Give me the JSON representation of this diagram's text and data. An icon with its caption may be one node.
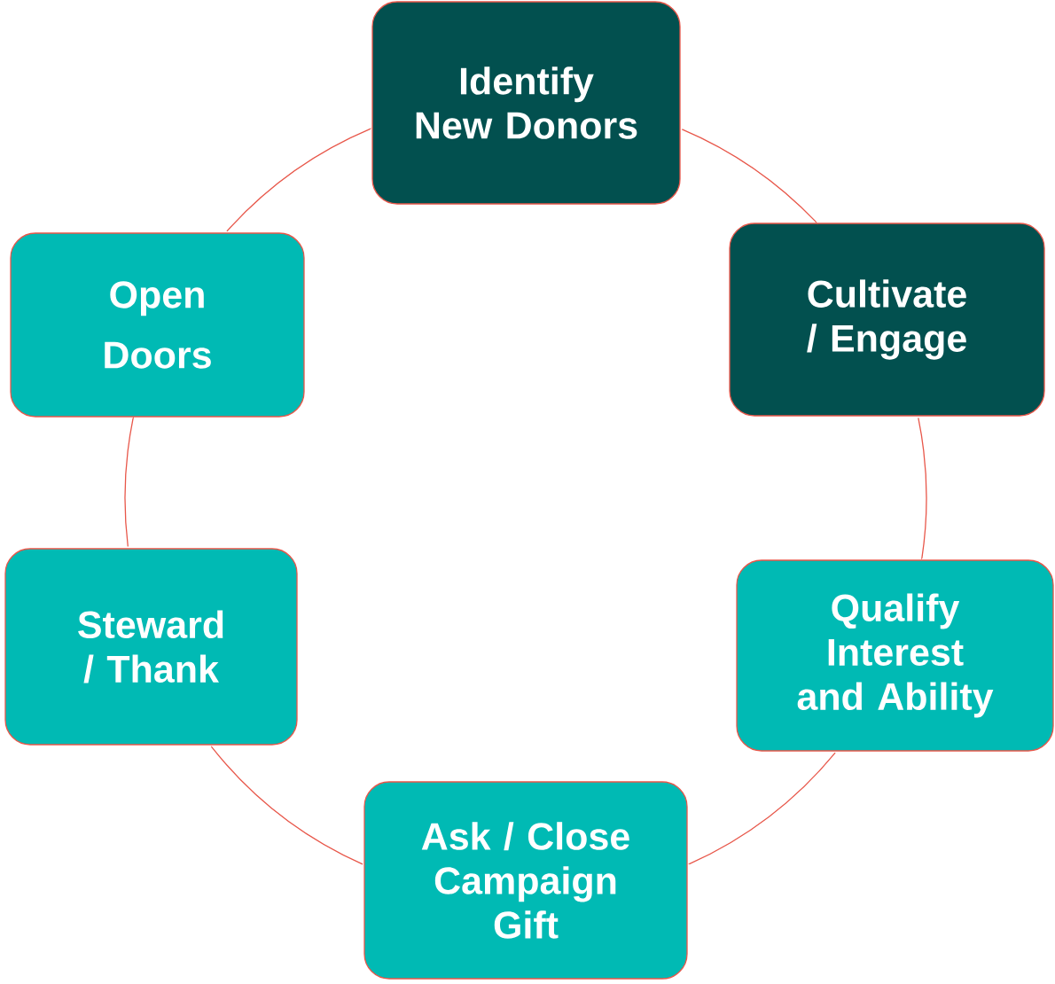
{
  "diagram": {
    "nodes": [
      {
        "text": [
          "Identify New Donors"
        ]
      },
      {
        "text": [
          "Cultivate / Engage"
        ]
      },
      {
        "text": [
          "Qualify Interest and Ability"
        ]
      },
      {
        "text": [
          "Ask / Close Campaign Gift"
        ]
      },
      {
        "text": [
          "Steward / Thank"
        ]
      },
      {
        "text": [
          "Open Doors"
        ]
      }
    ],
    "edges": [
      {
        "from": 0,
        "to": 1,
        "arrow": "none"
      },
      {
        "from": 1,
        "to": 2,
        "arrow": "none"
      },
      {
        "from": 2,
        "to": 3,
        "arrow": "none"
      },
      {
        "from": 3,
        "to": 4,
        "arrow": "none"
      },
      {
        "from": 4,
        "to": 5,
        "arrow": "none"
      },
      {
        "from": 5,
        "to": 0,
        "arrow": "none"
      }
    ]
  }
}
